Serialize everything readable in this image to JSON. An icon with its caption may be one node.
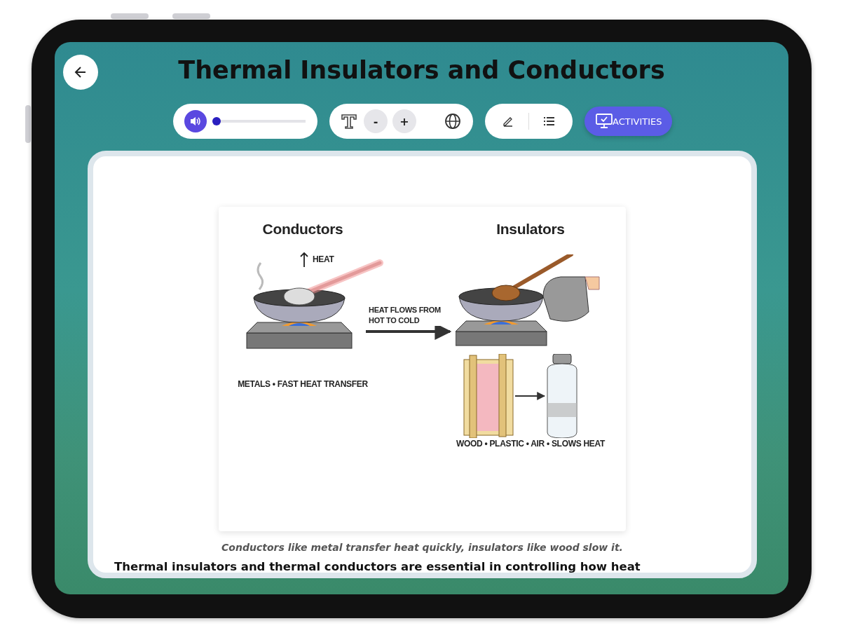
{
  "diagram": {
    "title": "Thermal Insulators and Conductors",
    "caption": "Conductors like metal transfer heat quickly, insulators like wood slow it.",
    "nodes": [
      {
        "text": [
          "Conductors",
          "METALS • FAST HEAT TRANSFER"
        ]
      },
      {
        "text": [
          "Insulators",
          "WOOD • PLASTIC • AIR • SLOWS HEAT"
        ]
      },
      {
        "text": [],
        "shape": "picture",
        "in": 1
      },
      {
        "text": [],
        "shape": "picture",
        "in": 1
      }
    ],
    "edges": [
      {
        "from": 0,
        "to": 1,
        "arrow": "to",
        "label": "HEAT FLOWS FROM HOT TO COLD",
        "style": "thick"
      },
      {
        "from": 2,
        "to": 3,
        "arrow": "to"
      }
    ],
    "labels": [
      "-",
      "+",
      "ACTIVITIES",
      "HEAT",
      "Thermal insulators and thermal conductors are essential in controlling how heat"
    ]
  }
}
